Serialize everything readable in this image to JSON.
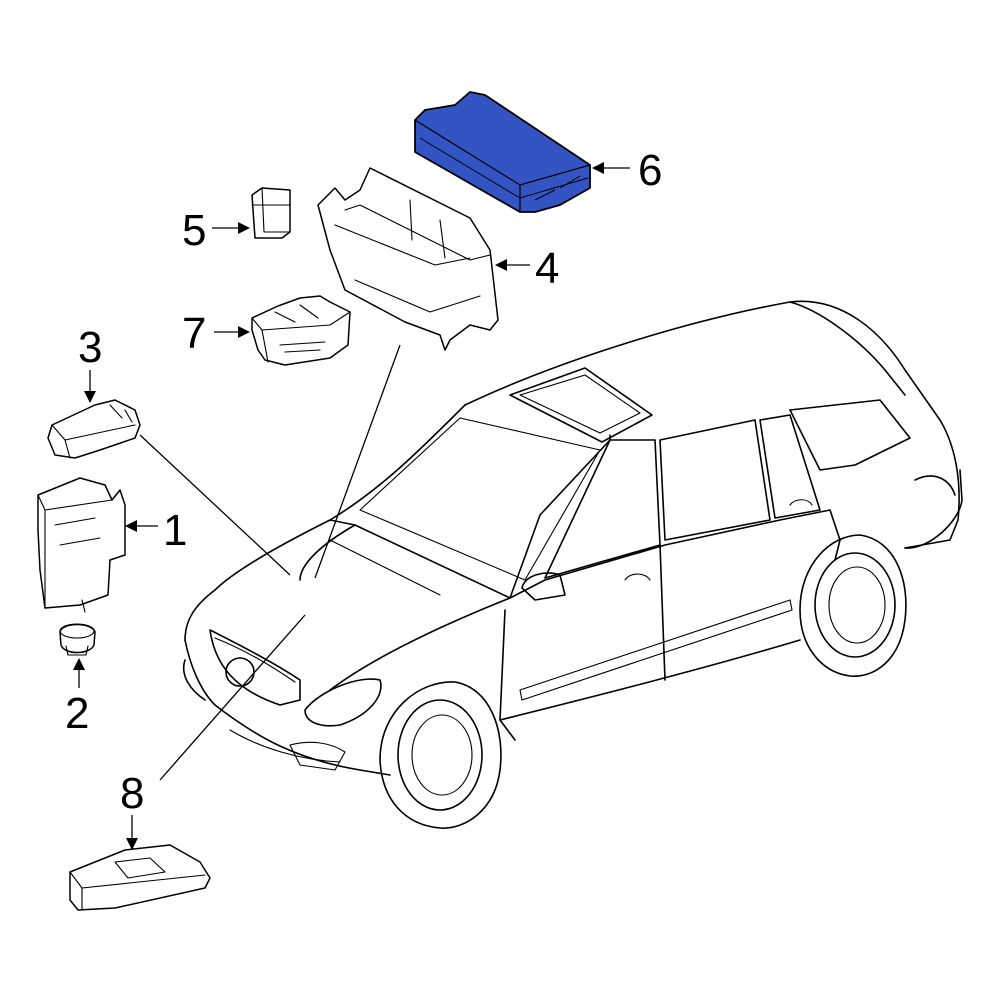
{
  "diagram": {
    "highlight_color": "#3355c4",
    "callouts": [
      {
        "id": "1",
        "label": "1"
      },
      {
        "id": "2",
        "label": "2"
      },
      {
        "id": "3",
        "label": "3"
      },
      {
        "id": "4",
        "label": "4"
      },
      {
        "id": "5",
        "label": "5"
      },
      {
        "id": "6",
        "label": "6"
      },
      {
        "id": "7",
        "label": "7"
      },
      {
        "id": "8",
        "label": "8"
      }
    ]
  }
}
